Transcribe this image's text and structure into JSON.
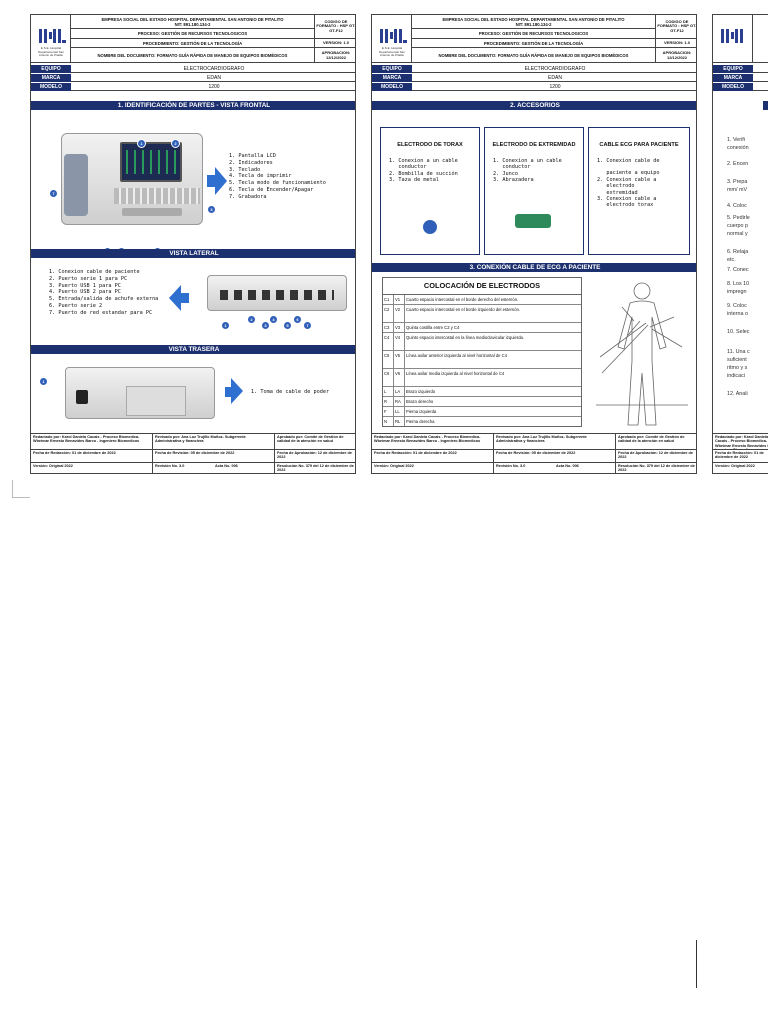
{
  "header": {
    "org_line1": "EMPRESA SOCIAL DEL ESTADO HOSPITAL DEPARTAMENTAL SAN ANTONIO DE PITALITO",
    "org_line2": "NIT: 891.180.134-2",
    "proceso": "PROCESO: GESTIÓN DE RECURSOS TECNOLOGICOS",
    "procedimiento": "PROCEDIMIENTO: GESTIÓN DE LA TECNOLOGÍA",
    "documento": "NOMBRE DEL DOCUMENTO: FORMATO GUÍA RÁPIDA DE MANEJO DE EQUIPOS BIOMÉDICOS",
    "codigo": "CODIGO DE FORMATO : HSP GT-GT-F12",
    "version": "VERSION: 1.0",
    "aprobacion": "APROBACION: 12/12/2022",
    "logo_text": "IHL",
    "logo_caption": "E.S.E. Hospital Departamental San Antonio de Pitalito"
  },
  "equipment": {
    "equipo_label": "EQUIPO",
    "equipo_value": "ELECTROCARDIOGRAFO",
    "marca_label": "MARCA",
    "marca_value": "EDAN",
    "modelo_label": "MODELO",
    "modelo_value": "1200"
  },
  "page1": {
    "section_front": "1. IDENTIFICACIÓN DE PARTES - VISTA FRONTAL",
    "front_items": [
      "1. Pantalla LCD",
      "2. Indicadores",
      "3. Teclado",
      "4. Tecla de imprimir",
      "5. Tecla modo de funcionamiento",
      "6. Tecla de Encender/Apagar",
      "7. Grabadora"
    ],
    "section_side": "VISTA LATERAL",
    "side_items": [
      "1. Conexion cable de paciente",
      "2. Puerto serie 1 para PC",
      "3. Puerto USB 1 para PC",
      "4. Puerto USB 2 para PC",
      "5. Entrada/salida de achufe externa",
      "6. Puerto serie 2",
      "7. Puerto de red estandar para PC"
    ],
    "section_rear": "VISTA TRASERA",
    "rear_items": [
      "1. Toma de cable de poder"
    ]
  },
  "page2": {
    "section_acc": "2. ACCESORIOS",
    "acc_boxes": [
      {
        "title": "ELECTRODO DE TORAX",
        "items": [
          "1. Conexion a un cable",
          "   conductor",
          "2. Bombilla de succión",
          "3. Taza de metal"
        ]
      },
      {
        "title": "ELECTRODO DE EXTREMIDAD",
        "items": [
          "1. Conexion a un cable",
          "   conductor",
          "2. Junco",
          "3. Abrazadera"
        ]
      },
      {
        "title": "CABLE ECG PARA PACIENTE",
        "items": [
          "1. Conexion cable de",
          "",
          "   paciente a equipo",
          "2. Conexion cable a",
          "   electrodo",
          "   extremidad",
          "3. Conexion cable a",
          "   electrodo torax"
        ]
      }
    ],
    "section_conn": "3. CONEXIÓN CABLE DE ECG A PACIENTE",
    "table_title": "COLOCACIÓN DE ELECTRODOS",
    "table_rows": [
      [
        "C1",
        "V1",
        "Cuarto espacio intercostal en el borde derecho del esternón."
      ],
      [
        "C2",
        "V2",
        "Cuarto espacio intercostal en el borde izquierdo del esternón."
      ],
      [
        "C3",
        "V3",
        "Quinta costilla entre C2 y C4"
      ],
      [
        "C4",
        "V4",
        "Quinto espacio intercostal en la línea medioclavicular izquierda."
      ],
      [
        "C5",
        "V5",
        "Línea axilar anterior izquierda al nivel horizontal de C4"
      ],
      [
        "C6",
        "V6",
        "Línea axilar media izquierda al nivel horizontal de C4"
      ],
      [
        "L",
        "LA",
        "Brazo izquierdo"
      ],
      [
        "R",
        "RA",
        "Brazo derecho"
      ],
      [
        "F",
        "LL",
        "Pierna izquierda"
      ],
      [
        "N",
        "RL",
        "Pierna derecha"
      ]
    ]
  },
  "page3": {
    "lines": [
      "1. Verifi",
      "conexión",
      "2. Encen",
      "3. Prepa",
      "mm/ mV",
      "4. Coloc",
      "5. Pedirle",
      "cuerpo p",
      "normal y",
      "6. Relaja",
      "etc.",
      "7. Conec",
      "8. Los 10",
      "impregn",
      "9. Coloc",
      "interna o",
      "10. Selec",
      "11. Una c",
      "suficient",
      "ritmo y s",
      "indicaci",
      "12. Anali"
    ]
  },
  "footer": {
    "redactado": "Redactado por: Karol Daniela Cacais - Proceso Biomedica- Wbeimar Ernesto Benavides Barco - Ingeniero Biomedicos",
    "revisado": "Revisado por: Ana Luz Trujillo Muñoz- Subgerente Administrativa y financiera",
    "aprobado": "Aprobado por: Comité de Gestión de calidad de la atención en salud",
    "fecha_redaccion": "Fecha de Redacción: 01 de diciembre de 2022",
    "fecha_revision": "Fecha de Revisión: 05 de diciembre de 2022",
    "fecha_aprobacion": "Fecha de Aprobación: 12 de diciembre de 2022",
    "version": "Versión: Original 2022",
    "revision_no": "Revisión No. 3.0",
    "acta": "Acta No. 006",
    "resolucion": "Resolución No. 379 del 12 de diciembre de 2022"
  },
  "colors": {
    "navy": "#1c2f6e",
    "accent_blue": "#2f6fd0"
  }
}
